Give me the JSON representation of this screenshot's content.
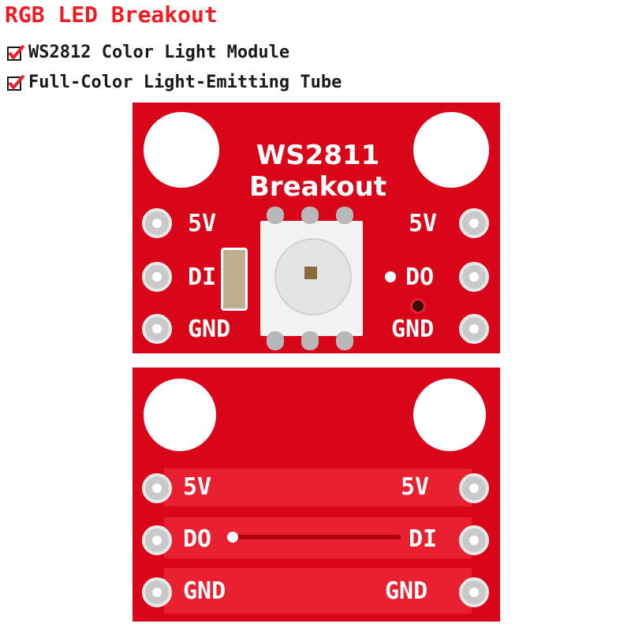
{
  "header": {
    "title": "RGB LED Breakout",
    "features": [
      "WS2812 Color Light Module",
      "Full-Color Light-Emitting Tube"
    ]
  },
  "top_board": {
    "silkscreen_line1": "WS2811",
    "silkscreen_line2": "Breakout",
    "left_pins": [
      "5V",
      "DI",
      "GND"
    ],
    "right_pins": [
      "5V",
      "DO",
      "GND"
    ]
  },
  "bottom_board": {
    "left_pins": [
      "5V",
      "DO",
      "GND"
    ],
    "right_pins": [
      "5V",
      "DI",
      "GND"
    ]
  },
  "colors": {
    "board": "#d9061a",
    "accent": "#ee1c23",
    "check": "#ee1c23"
  }
}
